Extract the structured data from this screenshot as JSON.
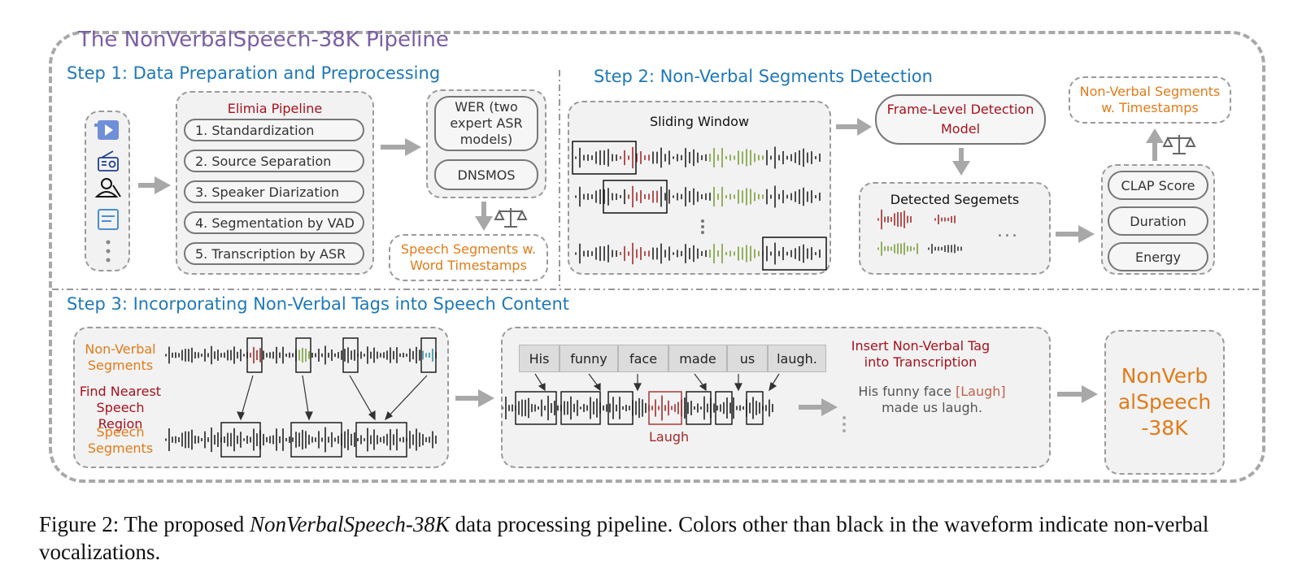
{
  "title": "The NonVerbalSpeech-38K Pipeline",
  "step1": {
    "title": "Step 1: Data Preparation and Preprocessing",
    "source_icons": [
      "video-icon",
      "radio-icon",
      "podcast-icon",
      "document-icon",
      "more-icon"
    ],
    "elimia": {
      "title": "Elimia Pipeline",
      "items": [
        "1. Standardization",
        "2. Source Separation",
        "3. Speaker Diarization",
        "4. Segmentation by VAD",
        "5. Transcription by ASR"
      ]
    },
    "filters": {
      "wer": "WER (two expert ASR models)",
      "dnsmos": "DNSMOS"
    },
    "output": "Speech Segments w. Word Timestamps"
  },
  "step2": {
    "title": "Step 2: Non-Verbal Segments Detection",
    "sliding_window": "Sliding Window",
    "model": "Frame-Level Detection Model",
    "detected": "Detected Segemets",
    "ellipsis": "...",
    "scores": [
      "CLAP Score",
      "Duration",
      "Energy"
    ],
    "output": "Non-Verbal Segments w. Timestamps"
  },
  "step3": {
    "title": "Step 3: Incorporating Non-Verbal Tags into Speech Content",
    "nonverbal_label": "Non-Verbal Segments",
    "find_label": "Find Nearest Speech Region",
    "speech_label": "Speech Segments",
    "words": [
      "His",
      "funny",
      "face",
      "made",
      "us",
      "laugh."
    ],
    "laugh_label": "Laugh",
    "insert_title": "Insert Non-Verbal Tag into Transcription",
    "result_pre": "His funny face",
    "result_tag": "[Laugh]",
    "result_post": "made us laugh.",
    "final": "NonVerbalSpeech-38K"
  },
  "caption": {
    "prefix": "Figure 2: The proposed",
    "name": "NonVerbalSpeech-38K",
    "suffix": "data processing pipeline. Colors other than black in the waveform indicate non-verbal vocalizations."
  },
  "colors": {
    "title": "#7b5ea5",
    "step_title": "#1f78b8",
    "red": "#a5121e",
    "orange": "#e07b1a",
    "wave_red": "#a32a2a",
    "wave_green": "#7a9e3a",
    "wave_blue": "#2e8fa0",
    "arrow": "#a8a8a8"
  }
}
